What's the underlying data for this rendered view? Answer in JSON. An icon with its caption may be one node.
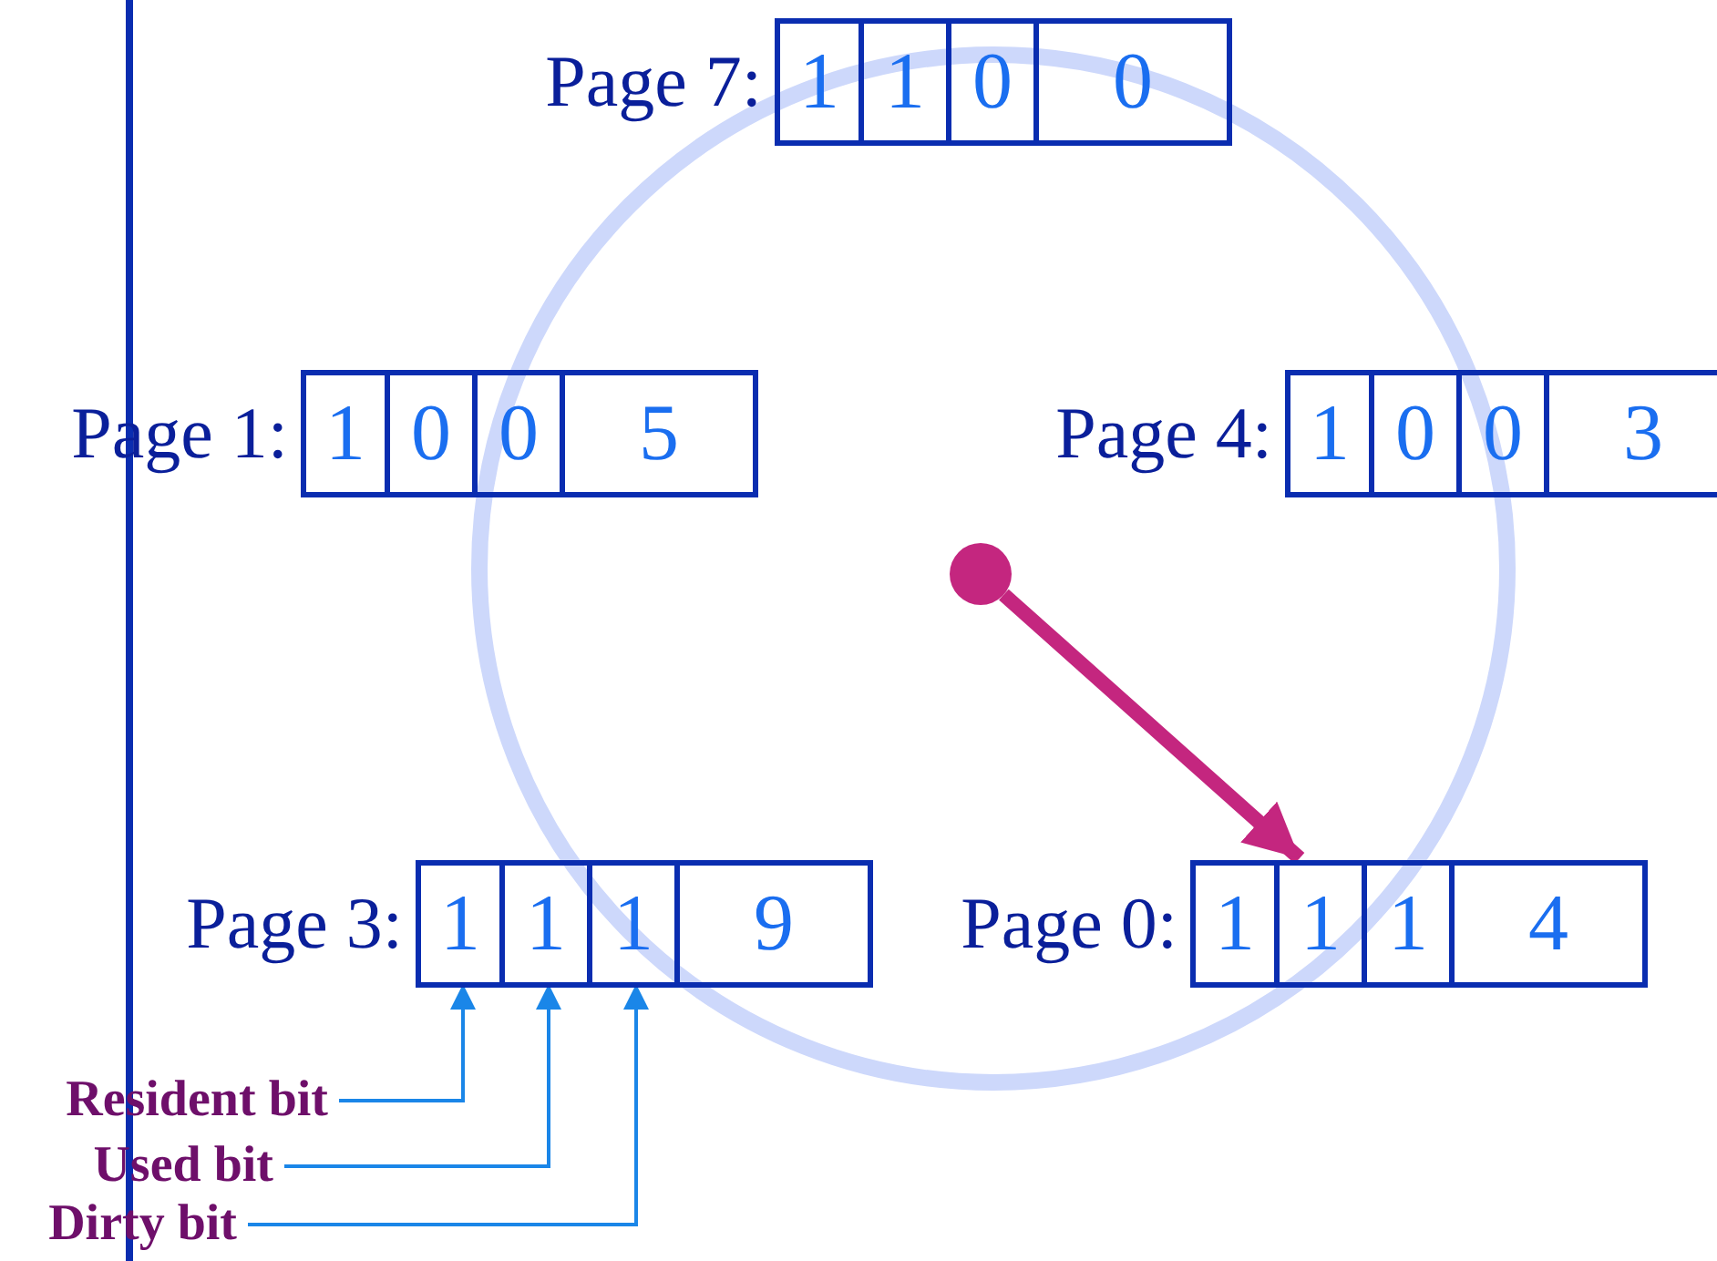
{
  "diagram": {
    "nodes": [
      {
        "text": [
          "Page 7:"
        ]
      },
      {
        "text": [
          "1"
        ],
        "in": 0
      },
      {
        "text": [
          "1"
        ],
        "in": 0
      },
      {
        "text": [
          "0"
        ],
        "in": 0
      },
      {
        "text": [
          "0"
        ],
        "in": 0
      },
      {
        "text": [
          "Page 1:"
        ]
      },
      {
        "text": [
          "1"
        ],
        "in": 5
      },
      {
        "text": [
          "0"
        ],
        "in": 5
      },
      {
        "text": [
          "0"
        ],
        "in": 5
      },
      {
        "text": [
          "5"
        ],
        "in": 5
      },
      {
        "text": [
          "Page 4:"
        ]
      },
      {
        "text": [
          "1"
        ],
        "in": 10
      },
      {
        "text": [
          "0"
        ],
        "in": 10
      },
      {
        "text": [
          "0"
        ],
        "in": 10
      },
      {
        "text": [
          "3"
        ],
        "in": 10
      },
      {
        "text": [],
        "shape": "circle"
      },
      {
        "text": [
          "Page 3:"
        ]
      },
      {
        "text": [
          "1"
        ],
        "in": 16
      },
      {
        "text": [
          "1"
        ],
        "in": 16
      },
      {
        "text": [
          "1"
        ],
        "in": 16
      },
      {
        "text": [
          "9"
        ],
        "in": 16
      },
      {
        "text": [
          "Page 0:"
        ]
      },
      {
        "text": [
          "1"
        ],
        "in": 21
      },
      {
        "text": [
          "1"
        ],
        "in": 21
      },
      {
        "text": [
          "1"
        ],
        "in": 21
      },
      {
        "text": [
          "4"
        ],
        "in": 21
      },
      {
        "text": [
          "Resident bit"
        ]
      },
      {
        "text": [
          "Used bit"
        ]
      },
      {
        "text": [
          "Dirty bit"
        ]
      }
    ],
    "edges": [
      {
        "from": 15,
        "to": 21,
        "arrow": "to",
        "style": "thick",
        "color": "#c4267f"
      },
      {
        "from": 26,
        "to": 17,
        "arrow": "to"
      },
      {
        "from": 27,
        "to": 18,
        "arrow": "to"
      },
      {
        "from": 28,
        "to": 19,
        "arrow": "to"
      }
    ]
  }
}
